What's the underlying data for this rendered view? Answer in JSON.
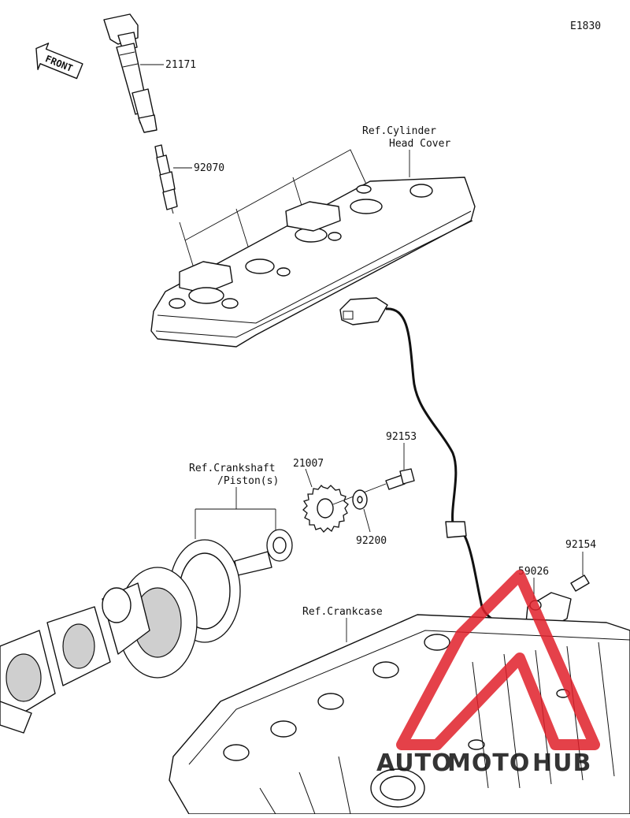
{
  "diagram": {
    "code": "E1830",
    "front_label": "FRONT",
    "labels": {
      "p21171": "21171",
      "p92070": "92070",
      "ref_cyl_line1": "Ref.Cylinder",
      "ref_cyl_line2": "Head Cover",
      "p92153": "92153",
      "p21007": "21007",
      "ref_crank_line1": "Ref.Crankshaft",
      "ref_crank_line2": "/Piston(s)",
      "p92200": "92200",
      "p92154": "92154",
      "p59026": "59026",
      "ref_crankcase": "Ref.Crankcase"
    }
  },
  "watermark": {
    "text_part1": "AUTO",
    "text_part2": "MOTO",
    "text_part3": "HUB",
    "color_red": "#e0202a",
    "color_orange": "#f0a020",
    "color_dark": "#222222"
  }
}
